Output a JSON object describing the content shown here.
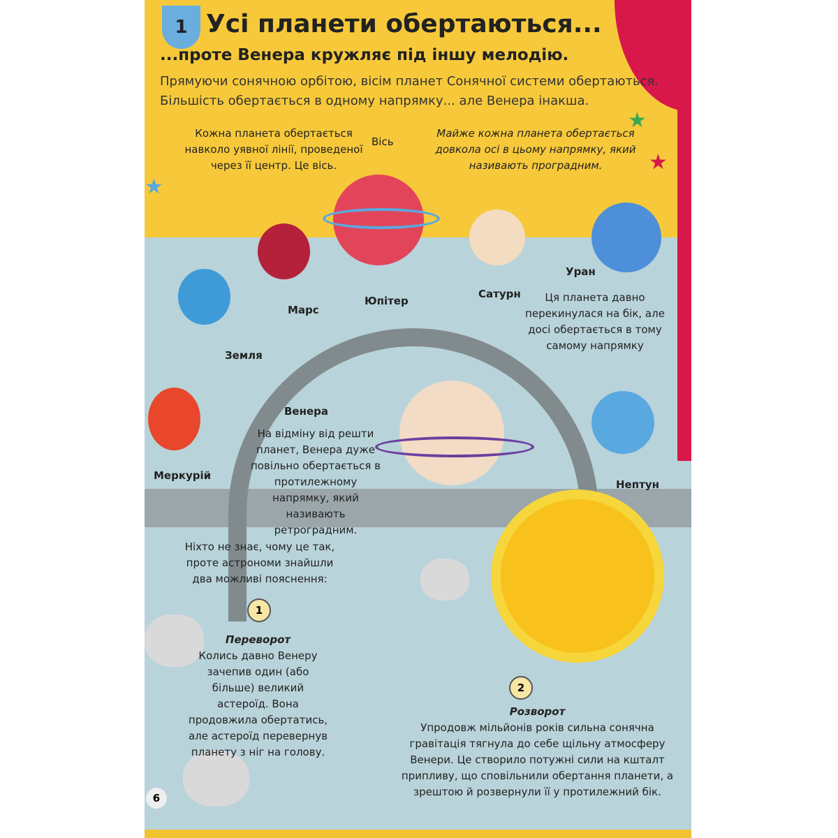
{
  "header": {
    "section_number": "1",
    "title": "Усі планети обертаються...",
    "subtitle": "...проте Венера кружляє під іншу мелодію.",
    "intro": "Прямуючи сонячною орбітою, вісім планет Сонячної системи обертаються. Більшість обертається в одному напрямку... але Венера інакша."
  },
  "notes": {
    "axis_explain": "Кожна планета обертається навколо уявної лінії, проведеної через її центр. Це вісь.",
    "axis_label": "Вісь",
    "prograde": "Майже кожна планета обертається довкола осі в цьому напрямку, який називають проградним."
  },
  "planets": {
    "mercury": "Меркурій",
    "earth": "Земля",
    "mars": "Марс",
    "jupiter": "Юпітер",
    "saturn": "Сатурн",
    "uranus": "Уран",
    "neptune": "Нептун",
    "venus": "Венера"
  },
  "uranus_note": "Ця планета давно перекинулася на бік, але досі обертається в тому самому напрямку",
  "venus_note": "На відміну від решти планет, Венера дуже повільно обертається в протилежному напрямку, який називають ретроградним.",
  "mystery": "Ніхто не знає, чому це так, проте астрономи знайшли два можливі пояснення:",
  "explanations": [
    {
      "number": "1",
      "title": "Переворот",
      "text": "Колись давно Венеру зачепив один (або більше) великий астероїд. Вона продовжила обертатись, але астероїд перевернув планету з ніг на голову."
    },
    {
      "number": "2",
      "title": "Розворот",
      "text": "Упродовж мільйонів років сильна сонячна гравітація тягнула до себе щільну атмосферу Венери. Це створило потужні сили на кшталт припливу, що сповільнили обертання планети, а зрештою й розвернули її у протилежний бік."
    }
  ],
  "page_number": "6"
}
